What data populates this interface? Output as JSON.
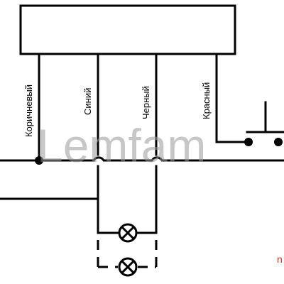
{
  "wire_labels": {
    "brown": "Коричневый",
    "blue": "Синий",
    "black": "Черный",
    "red": "Красный"
  },
  "watermark": "Lemfam",
  "corner_mark": "n",
  "colors": {
    "line": "#000000",
    "watermark": "#9a9a9a",
    "corner_mark": "#c0392b"
  }
}
